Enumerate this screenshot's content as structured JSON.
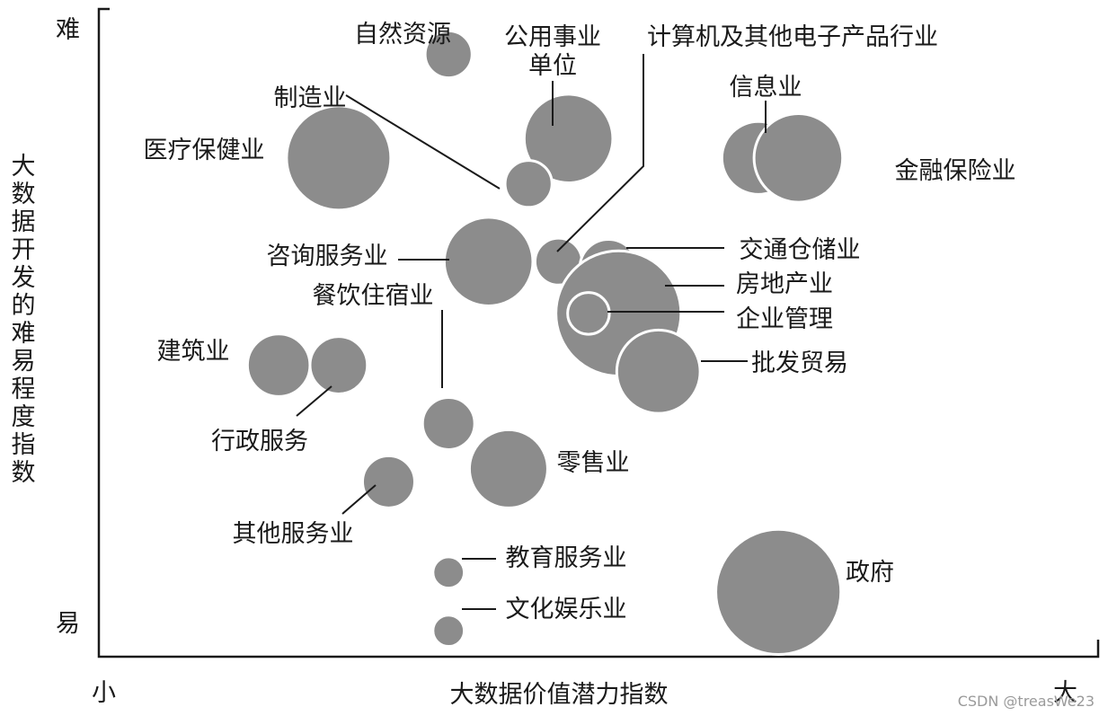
{
  "chart_data": {
    "type": "scatter",
    "title": "",
    "xlabel": "大数据价值潜力指数",
    "ylabel": "大数据开发的难易程度指数",
    "x_axis": {
      "min_label": "小",
      "max_label": "大"
    },
    "y_axis": {
      "min_label": "易",
      "max_label": "难"
    },
    "xlim": [
      0,
      100
    ],
    "ylim": [
      0,
      100
    ],
    "grid": false,
    "points": [
      {
        "name": "自然资源",
        "x": 35,
        "y": 93,
        "size": 0.45
      },
      {
        "name": "公用事业单位",
        "x": 47,
        "y": 80,
        "size": 0.85
      },
      {
        "name": "制造业",
        "x": 43,
        "y": 73,
        "size": 0.45
      },
      {
        "name": "医疗保健业",
        "x": 24,
        "y": 77,
        "size": 1.0
      },
      {
        "name": "计算机及其他电子产品行业",
        "x": 46,
        "y": 61,
        "size": 0.45
      },
      {
        "name": "咨询服务业",
        "x": 39,
        "y": 61,
        "size": 0.85
      },
      {
        "name": "交通仓储业",
        "x": 51,
        "y": 60,
        "size": 0.55
      },
      {
        "name": "房地产业",
        "x": 52,
        "y": 53,
        "size": 1.2
      },
      {
        "name": "企业管理",
        "x": 49,
        "y": 53,
        "size": 0.4
      },
      {
        "name": "批发贸易",
        "x": 56,
        "y": 44,
        "size": 0.8
      },
      {
        "name": "信息业",
        "x": 66,
        "y": 77,
        "size": 0.7
      },
      {
        "name": "金融保险业",
        "x": 70,
        "y": 77,
        "size": 0.85
      },
      {
        "name": "建筑业",
        "x": 18,
        "y": 45,
        "size": 0.6
      },
      {
        "name": "行政服务",
        "x": 24,
        "y": 45,
        "size": 0.55
      },
      {
        "name": "餐饮住宿业",
        "x": 35,
        "y": 36,
        "size": 0.5
      },
      {
        "name": "零售业",
        "x": 41,
        "y": 29,
        "size": 0.75
      },
      {
        "name": "其他服务业",
        "x": 29,
        "y": 27,
        "size": 0.5
      },
      {
        "name": "教育服务业",
        "x": 35,
        "y": 13,
        "size": 0.3
      },
      {
        "name": "文化娱乐业",
        "x": 35,
        "y": 4,
        "size": 0.3
      },
      {
        "name": "政府",
        "x": 68,
        "y": 10,
        "size": 1.2
      }
    ]
  },
  "watermark": "CSDN @treasWe23",
  "colors": {
    "bubble": "#8c8c8c",
    "bubble_stroke": "#ffffff",
    "text": "#1a1a1a",
    "axis": "#1a1a1a"
  }
}
